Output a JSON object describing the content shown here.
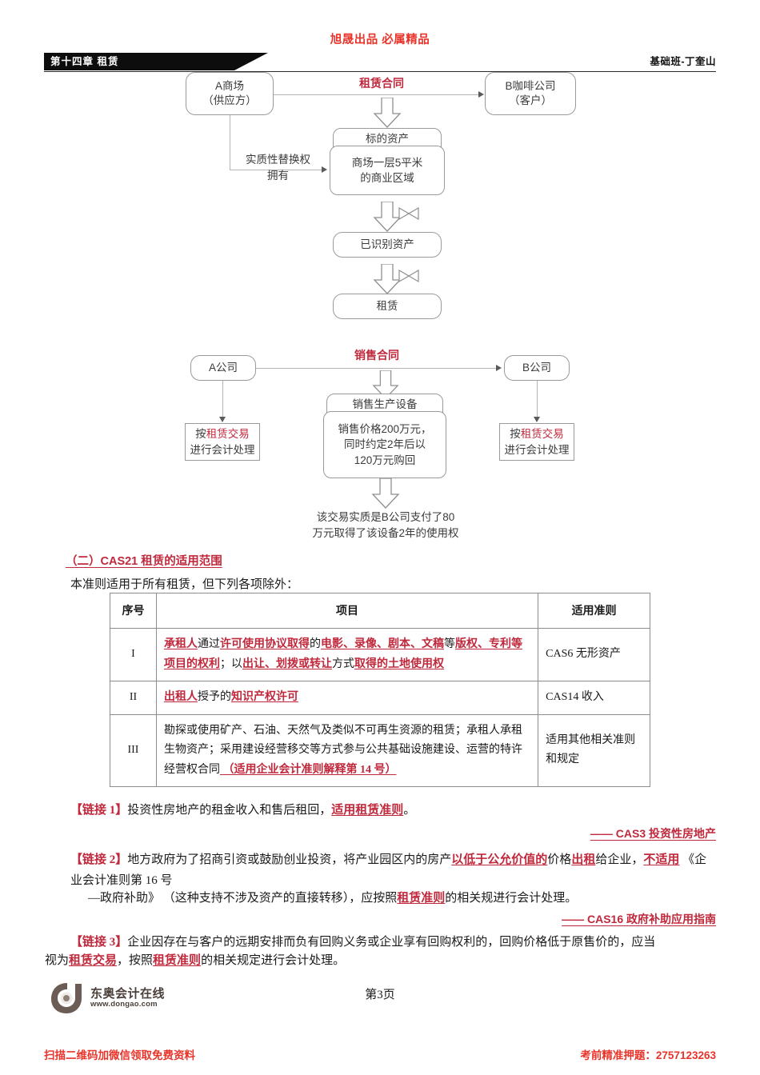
{
  "watermark": {
    "top_text": "旭晟出品  必属精品"
  },
  "header": {
    "chapter_label": "第十四章   租赁",
    "course_label": "基础班-丁奎山"
  },
  "diagram1": {
    "supplier": {
      "line1": "A商场",
      "line2": "（供应方）"
    },
    "customer": {
      "line1": "B咖啡公司",
      "line2": "（客户）"
    },
    "contract_label": "租赁合同",
    "substitution_label": {
      "line1": "实质性替换权",
      "line2": "拥有"
    },
    "asset_caption": "标的资产",
    "asset_body": {
      "line1": "商场一层5平米",
      "line2": "的商业区域"
    },
    "identified_asset": "已识别资产",
    "lease": "租赁"
  },
  "diagram2": {
    "company_a": "A公司",
    "company_b": "B公司",
    "contract_label": "销售合同",
    "treatment_a": {
      "prefix": "按",
      "highlight": "租赁交易",
      "line2": "进行会计处理"
    },
    "treatment_b": {
      "prefix": "按",
      "highlight": "租赁交易",
      "line2": "进行会计处理"
    },
    "sale_caption": "销售生产设备",
    "sale_body": {
      "line1": "销售价格200万元，",
      "line2": "同时约定2年后以",
      "line3": "120万元购回"
    },
    "conclusion": {
      "line1": "该交易实质是B公司支付了80",
      "line2": "万元取得了该设备2年的使用权"
    }
  },
  "section": {
    "heading": "（二）CAS21 租赁的适用范围",
    "intro": "本准则适用于所有租赁，但下列各项除外："
  },
  "table": {
    "headers": [
      "序号",
      "项目",
      "适用准则"
    ],
    "rows": [
      {
        "index": "I",
        "item_parts": [
          {
            "text": "承租人",
            "style": "rbu"
          },
          {
            "text": "通过",
            "style": "plain"
          },
          {
            "text": "许可使用协议取得",
            "style": "rbu"
          },
          {
            "text": "的",
            "style": "plain"
          },
          {
            "text": "电影、录像、剧本、文稿",
            "style": "rbu"
          },
          {
            "text": "等",
            "style": "plain"
          },
          {
            "text": "版权、专利等项目的权利",
            "style": "rbu"
          },
          {
            "text": "；以",
            "style": "plain"
          },
          {
            "text": "出让、划拨或转让",
            "style": "rbu"
          },
          {
            "text": "方式",
            "style": "plain"
          },
          {
            "text": "取得的土地使用权",
            "style": "rbu"
          }
        ],
        "criterion": "CAS6  无形资产"
      },
      {
        "index": "II",
        "item_parts": [
          {
            "text": "出租人",
            "style": "rbu"
          },
          {
            "text": "授予的",
            "style": "plain"
          },
          {
            "text": "知识产权许可",
            "style": "rbu"
          }
        ],
        "criterion": "CAS14  收入"
      },
      {
        "index": "III",
        "item_parts": [
          {
            "text": "勘探或使用矿产、石油、天然气及类似不可再生资源的租赁；承租人承租生物资产；采用建设经营移交等方式参与公共基础设施建设、运营的特许经营权合同",
            "style": "plain"
          },
          {
            "text": " （适用企业会计准则解释第 14 号）",
            "style": "rbu"
          }
        ],
        "criterion": "适用其他相关准则和规定"
      }
    ]
  },
  "links": {
    "link1": {
      "parts": [
        {
          "text": "【链接 1】",
          "style": "rb"
        },
        {
          "text": "投资性房地产的租金收入和售后租回，",
          "style": "plain"
        },
        {
          "text": "适用租赁准则",
          "style": "rbu"
        },
        {
          "text": "。",
          "style": "plain"
        }
      ],
      "source": "—— CAS3  投资性房地产"
    },
    "link2": {
      "parts": [
        {
          "text": "【链接 2】",
          "style": "rb"
        },
        {
          "text": "地方政府为了招商引资或鼓励创业投资，将产业园区内的房产",
          "style": "plain"
        },
        {
          "text": "以低于公允价值的",
          "style": "rbu"
        },
        {
          "text": "价格",
          "style": "plain"
        },
        {
          "text": "出租",
          "style": "rbu"
        },
        {
          "text": "给企业，",
          "style": "plain"
        },
        {
          "text": "不适用",
          "style": "rbu"
        },
        {
          "text": " 《企业会计准则第 16 号",
          "style": "plain"
        }
      ],
      "line2_parts": [
        {
          "text": "—政府补助》 （这种支持不涉及资产的直接转移），应按照",
          "style": "plain"
        },
        {
          "text": "租赁准则",
          "style": "rbu"
        },
        {
          "text": "的相关规进行会计处理。",
          "style": "plain"
        }
      ],
      "source": "—— CAS16  政府补助应用指南"
    },
    "link3": {
      "parts": [
        {
          "text": "【链接 3】",
          "style": "rb"
        },
        {
          "text": "企业因存在与客户的远期安排而负有回购义务或企业享有回购权利的，回购价格低于原售价的，应当",
          "style": "plain"
        }
      ],
      "line2_parts": [
        {
          "text": "视为",
          "style": "plain"
        },
        {
          "text": "租赁交易",
          "style": "rbu"
        },
        {
          "text": "，按照",
          "style": "plain"
        },
        {
          "text": "租赁准则",
          "style": "rbu"
        },
        {
          "text": "的相关规定进行会计处理。",
          "style": "plain"
        }
      ]
    }
  },
  "footer": {
    "logo_cn": "东奥会计在线",
    "logo_url": "www.dongao.com",
    "page_number": "第3页",
    "left_note": "扫描二维码加微信领取免费资料",
    "right_note": "考前精准押题：2757123263"
  }
}
